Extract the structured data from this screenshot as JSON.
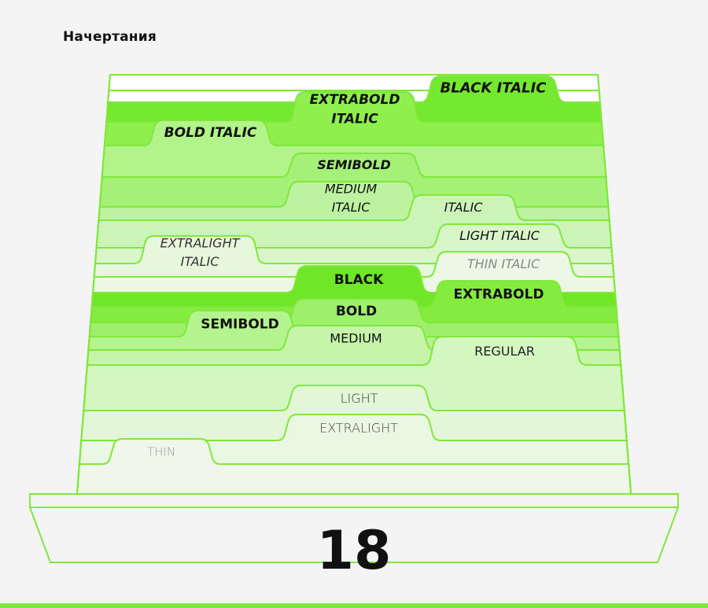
{
  "title": "Начертания",
  "count": "18",
  "colors": {
    "outline": "#7fe83a",
    "background": "#f4f4f4",
    "bottom_rule": "#7fe83a"
  },
  "weights": {
    "black_italic": [
      "BLACK ITALIC"
    ],
    "extrabold_italic": [
      "EXTRABOLD",
      "ITALIC"
    ],
    "bold_italic": [
      "BOLD ITALIC"
    ],
    "semibold_italic": [
      "SEMIBOLD"
    ],
    "medium_italic": [
      "MEDIUM",
      "ITALIC"
    ],
    "italic": [
      "ITALIC"
    ],
    "light_italic": [
      "LIGHT ITALIC"
    ],
    "extralight_italic": [
      "EXTRALIGHT",
      "ITALIC"
    ],
    "thin_italic": [
      "THIN ITALIC"
    ],
    "black": [
      "BLACK"
    ],
    "extrabold": [
      "EXTRABOLD"
    ],
    "bold": [
      "BOLD"
    ],
    "semibold": [
      "SEMIBOLD"
    ],
    "medium": [
      "MEDIUM"
    ],
    "regular": [
      "REGULAR"
    ],
    "light": [
      "LIGHT"
    ],
    "extralight": [
      "EXTRALIGHT"
    ],
    "thin": [
      "THIN"
    ]
  }
}
